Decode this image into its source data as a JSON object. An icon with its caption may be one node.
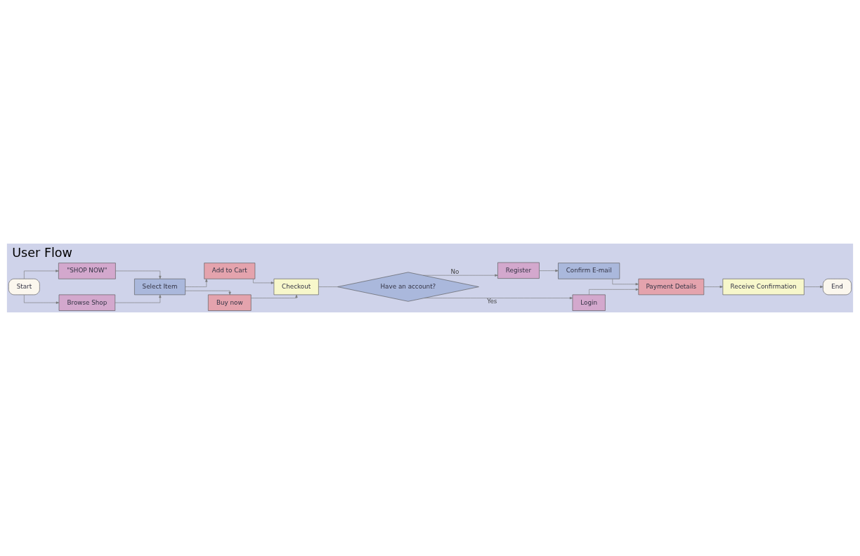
{
  "diagram": {
    "title": "User Flow",
    "nodes": [
      {
        "text": [
          "Start"
        ]
      },
      {
        "text": [
          "\"SHOP NOW\""
        ]
      },
      {
        "text": [
          "Browse Shop"
        ]
      },
      {
        "text": [
          "Select Item"
        ]
      },
      {
        "text": [
          "Add to Cart"
        ]
      },
      {
        "text": [
          "Buy now"
        ]
      },
      {
        "text": [
          "Checkout"
        ]
      },
      {
        "text": [
          "Have an account?"
        ]
      },
      {
        "text": [
          "Register"
        ]
      },
      {
        "text": [
          "Confirm E-mail"
        ]
      },
      {
        "text": [
          "Login"
        ]
      },
      {
        "text": [
          "Payment Details"
        ]
      },
      {
        "text": [
          "Receive Confirmation"
        ]
      },
      {
        "text": [
          "End"
        ]
      }
    ],
    "edges": [
      {
        "from": 0,
        "to": 1,
        "arrow": "to"
      },
      {
        "from": 0,
        "to": 2,
        "arrow": "to"
      },
      {
        "from": 1,
        "to": 3,
        "arrow": "to"
      },
      {
        "from": 2,
        "to": 3,
        "arrow": "to"
      },
      {
        "from": 3,
        "to": 4,
        "arrow": "to"
      },
      {
        "from": 3,
        "to": 5,
        "arrow": "to"
      },
      {
        "from": 4,
        "to": 6,
        "arrow": "to"
      },
      {
        "from": 5,
        "to": 6,
        "arrow": "to"
      },
      {
        "from": 6,
        "to": 7,
        "arrow": "none"
      },
      {
        "from": 7,
        "to": 8,
        "arrow": "to",
        "label": "No"
      },
      {
        "from": 7,
        "to": 10,
        "arrow": "to",
        "label": "Yes"
      },
      {
        "from": 8,
        "to": 9,
        "arrow": "to"
      },
      {
        "from": 9,
        "to": 11,
        "arrow": "to"
      },
      {
        "from": 10,
        "to": 11,
        "arrow": "to"
      },
      {
        "from": 11,
        "to": 12,
        "arrow": "to"
      },
      {
        "from": 12,
        "to": 13,
        "arrow": "to"
      }
    ]
  }
}
